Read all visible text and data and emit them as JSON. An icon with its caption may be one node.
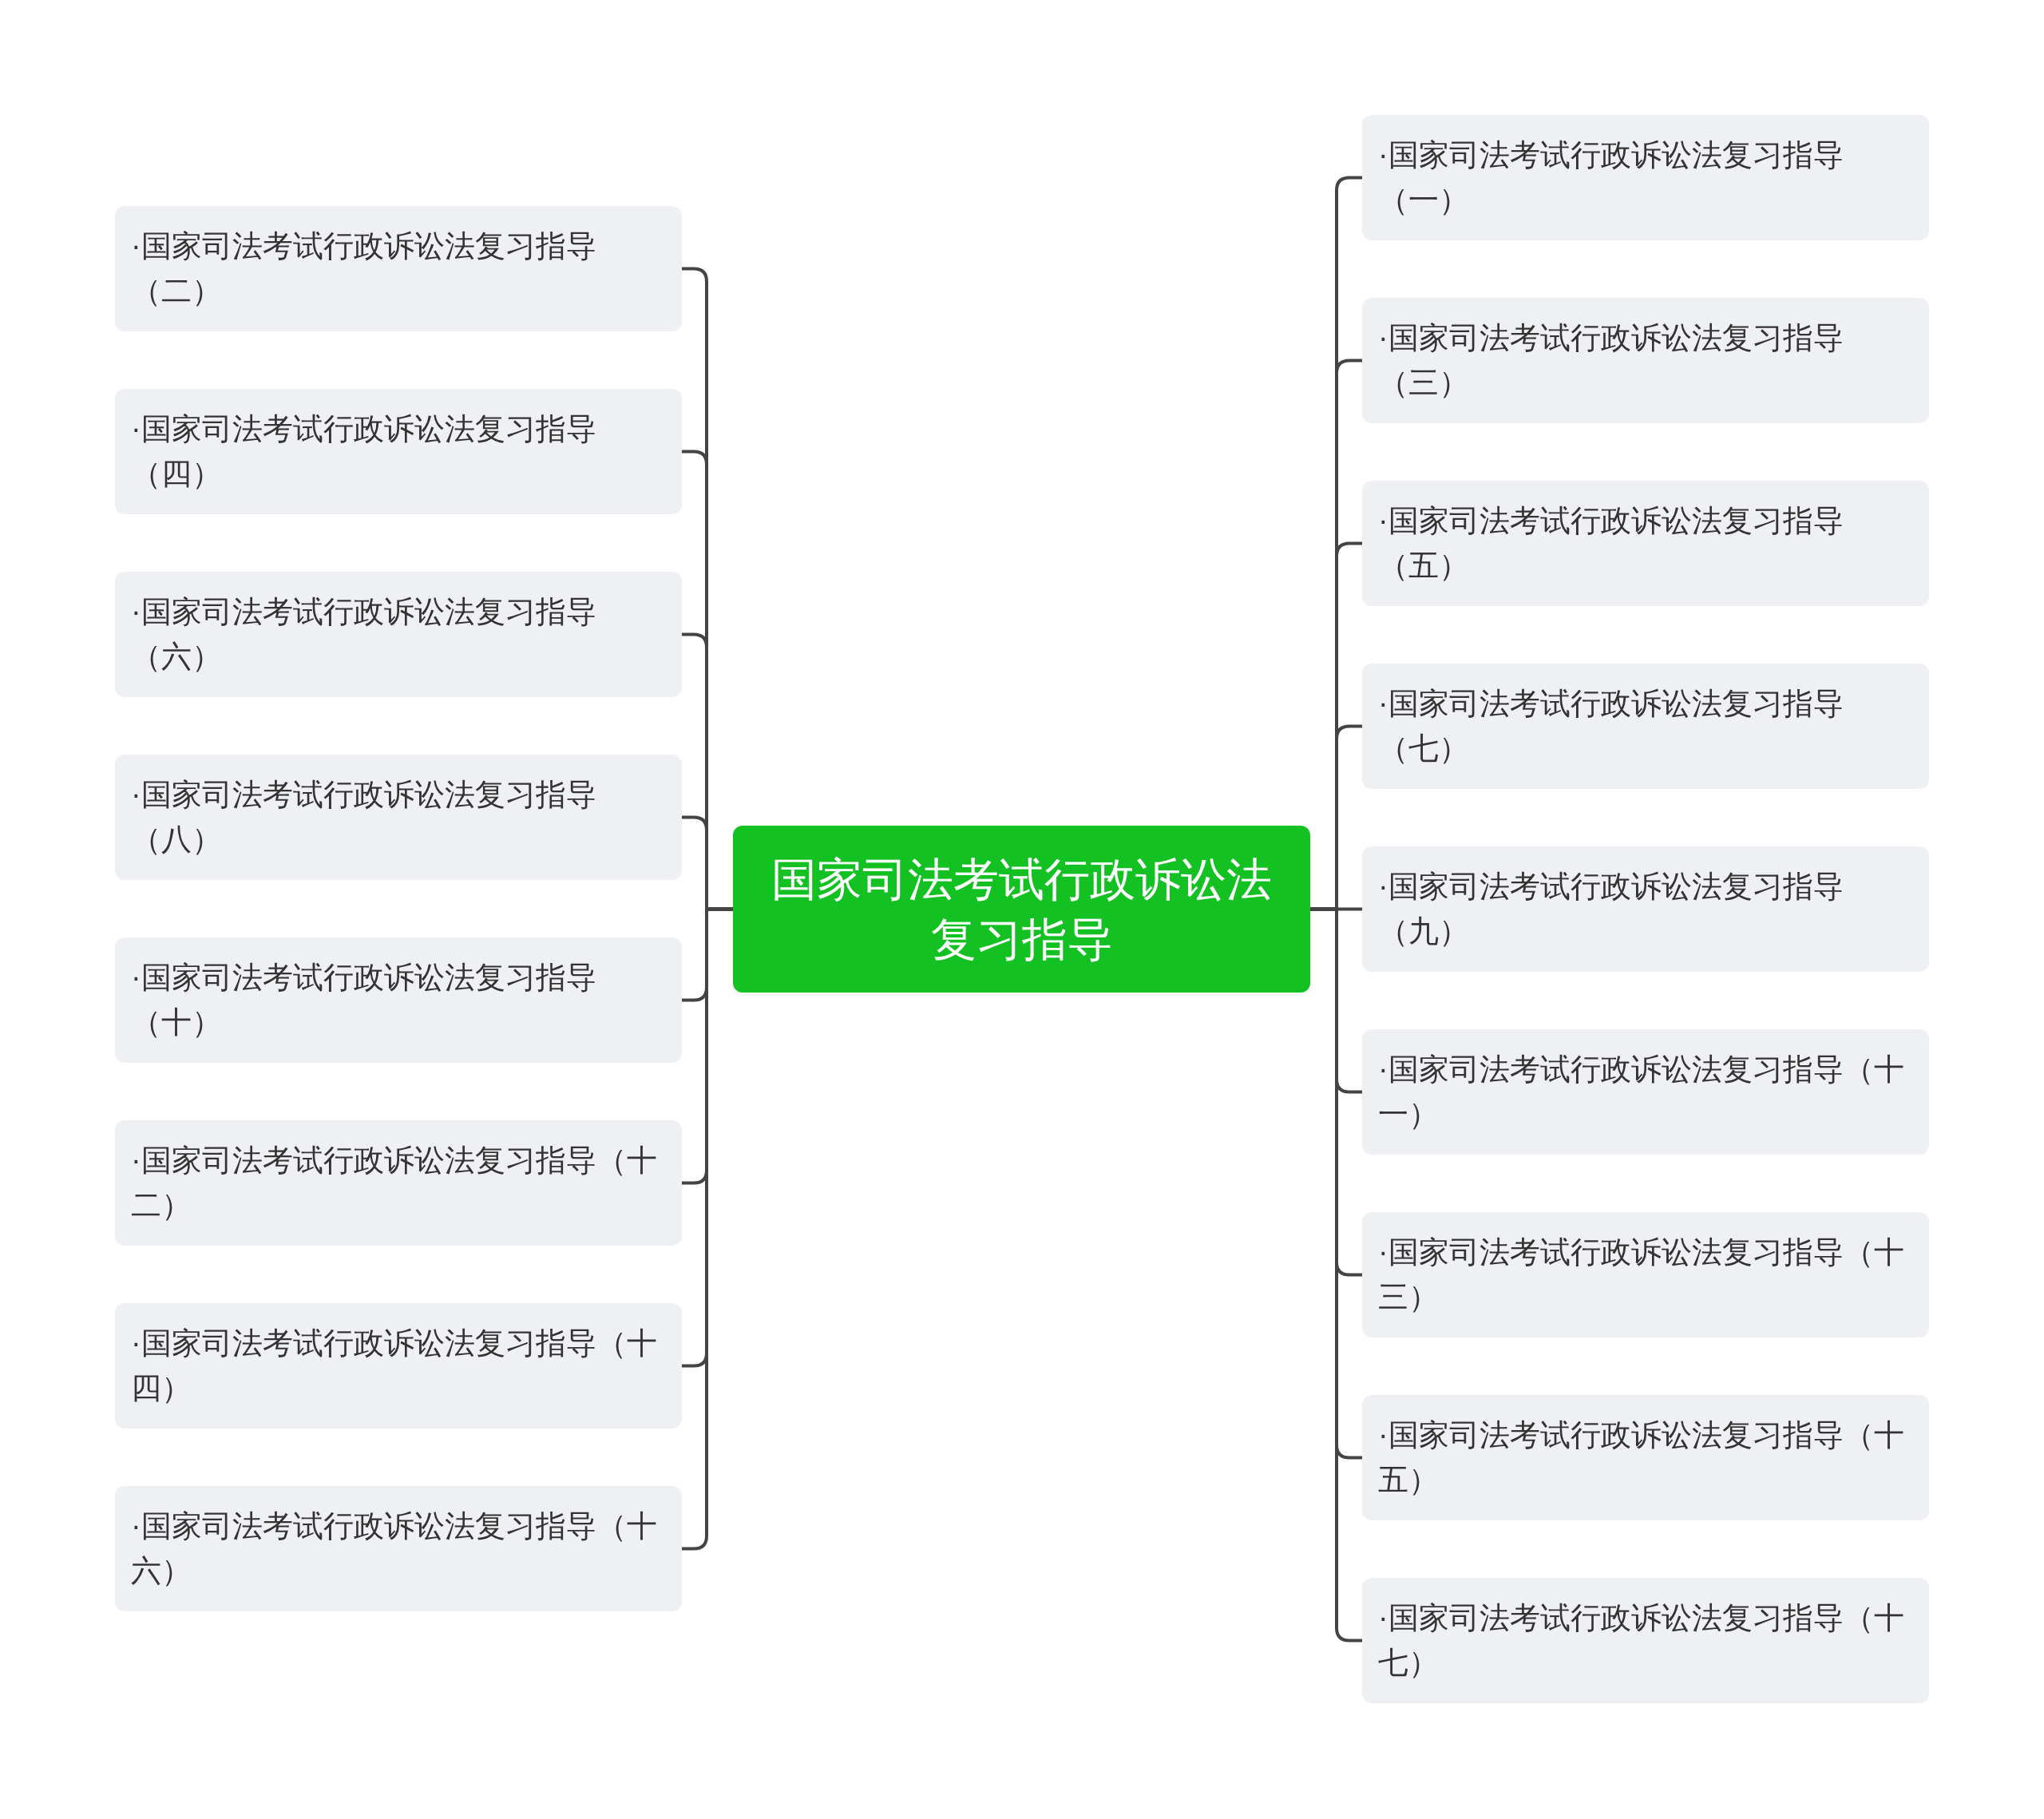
{
  "diagram": {
    "nodes": [
      {
        "text": [
          "国家司法考试行政诉讼法复习指导"
        ]
      },
      {
        "text": [
          "·国家司法考试行政诉讼法复习指导（一）"
        ]
      },
      {
        "text": [
          "·国家司法考试行政诉讼法复习指导（二）"
        ]
      },
      {
        "text": [
          "·国家司法考试行政诉讼法复习指导（三）"
        ]
      },
      {
        "text": [
          "·国家司法考试行政诉讼法复习指导（四）"
        ]
      },
      {
        "text": [
          "·国家司法考试行政诉讼法复习指导（五）"
        ]
      },
      {
        "text": [
          "·国家司法考试行政诉讼法复习指导（六）"
        ]
      },
      {
        "text": [
          "·国家司法考试行政诉讼法复习指导（七）"
        ]
      },
      {
        "text": [
          "·国家司法考试行政诉讼法复习指导（八）"
        ]
      },
      {
        "text": [
          "·国家司法考试行政诉讼法复习指导（九）"
        ]
      },
      {
        "text": [
          "·国家司法考试行政诉讼法复习指导（十）"
        ]
      },
      {
        "text": [
          "·国家司法考试行政诉讼法复习指导（十一）"
        ]
      },
      {
        "text": [
          "·国家司法考试行政诉讼法复习指导（十二）"
        ]
      },
      {
        "text": [
          "·国家司法考试行政诉讼法复习指导（十三）"
        ]
      },
      {
        "text": [
          "·国家司法考试行政诉讼法复习指导（十四）"
        ]
      },
      {
        "text": [
          "·国家司法考试行政诉讼法复习指导（十五）"
        ]
      },
      {
        "text": [
          "·国家司法考试行政诉讼法复习指导（十六）"
        ]
      },
      {
        "text": [
          "·国家司法考试行政诉讼法复习指导（十七）"
        ]
      }
    ],
    "edges": [
      {
        "from": 0,
        "to": 1,
        "arrow": "none"
      },
      {
        "from": 0,
        "to": 2,
        "arrow": "none"
      },
      {
        "from": 0,
        "to": 3,
        "arrow": "none"
      },
      {
        "from": 0,
        "to": 4,
        "arrow": "none"
      },
      {
        "from": 0,
        "to": 5,
        "arrow": "none"
      },
      {
        "from": 0,
        "to": 6,
        "arrow": "none"
      },
      {
        "from": 0,
        "to": 7,
        "arrow": "none"
      },
      {
        "from": 0,
        "to": 8,
        "arrow": "none"
      },
      {
        "from": 0,
        "to": 9,
        "arrow": "none"
      },
      {
        "from": 0,
        "to": 10,
        "arrow": "none"
      },
      {
        "from": 0,
        "to": 11,
        "arrow": "none"
      },
      {
        "from": 0,
        "to": 12,
        "arrow": "none"
      },
      {
        "from": 0,
        "to": 13,
        "arrow": "none"
      },
      {
        "from": 0,
        "to": 14,
        "arrow": "none"
      },
      {
        "from": 0,
        "to": 15,
        "arrow": "none"
      },
      {
        "from": 0,
        "to": 16,
        "arrow": "none"
      },
      {
        "from": 0,
        "to": 17,
        "arrow": "none"
      }
    ]
  }
}
